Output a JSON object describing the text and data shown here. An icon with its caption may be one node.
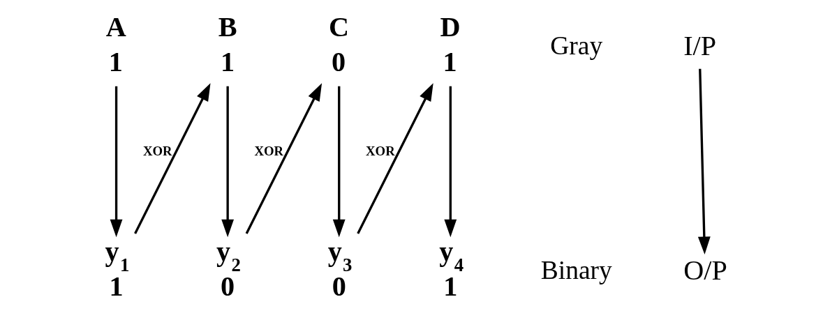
{
  "diagram": {
    "nodes": [
      {
        "text": [
          "1"
        ],
        "beside": [
          "A"
        ]
      },
      {
        "text": [
          "1"
        ],
        "beside": [
          "B"
        ]
      },
      {
        "text": [
          "0"
        ],
        "beside": [
          "C"
        ]
      },
      {
        "text": [
          "1"
        ],
        "beside": [
          "D"
        ]
      },
      {
        "text": [
          "y$_{1}$"
        ],
        "beside": [
          "1"
        ]
      },
      {
        "text": [
          "y$_{2}$"
        ],
        "beside": [
          "0"
        ]
      },
      {
        "text": [
          "y$_{3}$"
        ],
        "beside": [
          "0"
        ]
      },
      {
        "text": [
          "y$_{4}$"
        ],
        "beside": [
          "1"
        ]
      },
      {
        "text": [
          "I/P"
        ]
      },
      {
        "text": [
          "O/P"
        ]
      }
    ],
    "edges": [
      {
        "from": 0,
        "to": 4,
        "arrow": "to"
      },
      {
        "from": 4,
        "to": 1,
        "arrow": "to",
        "label": "XOR"
      },
      {
        "from": 1,
        "to": 5,
        "arrow": "to"
      },
      {
        "from": 5,
        "to": 2,
        "arrow": "to",
        "label": "XOR"
      },
      {
        "from": 2,
        "to": 6,
        "arrow": "to"
      },
      {
        "from": 6,
        "to": 3,
        "arrow": "to",
        "label": "XOR"
      },
      {
        "from": 3,
        "to": 7,
        "arrow": "to"
      },
      {
        "from": 8,
        "to": 9,
        "arrow": "to"
      }
    ],
    "labels": [
      "Gray",
      "Binary"
    ]
  }
}
